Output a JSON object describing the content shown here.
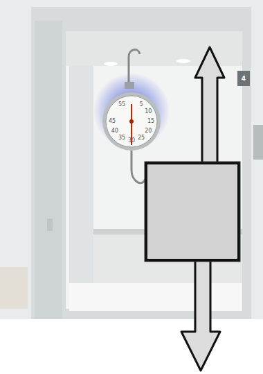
{
  "diagram": {
    "labels": [
      "55",
      "5",
      "10",
      "15",
      "20",
      "25",
      "30",
      "35",
      "40",
      "45",
      "4"
    ]
  }
}
